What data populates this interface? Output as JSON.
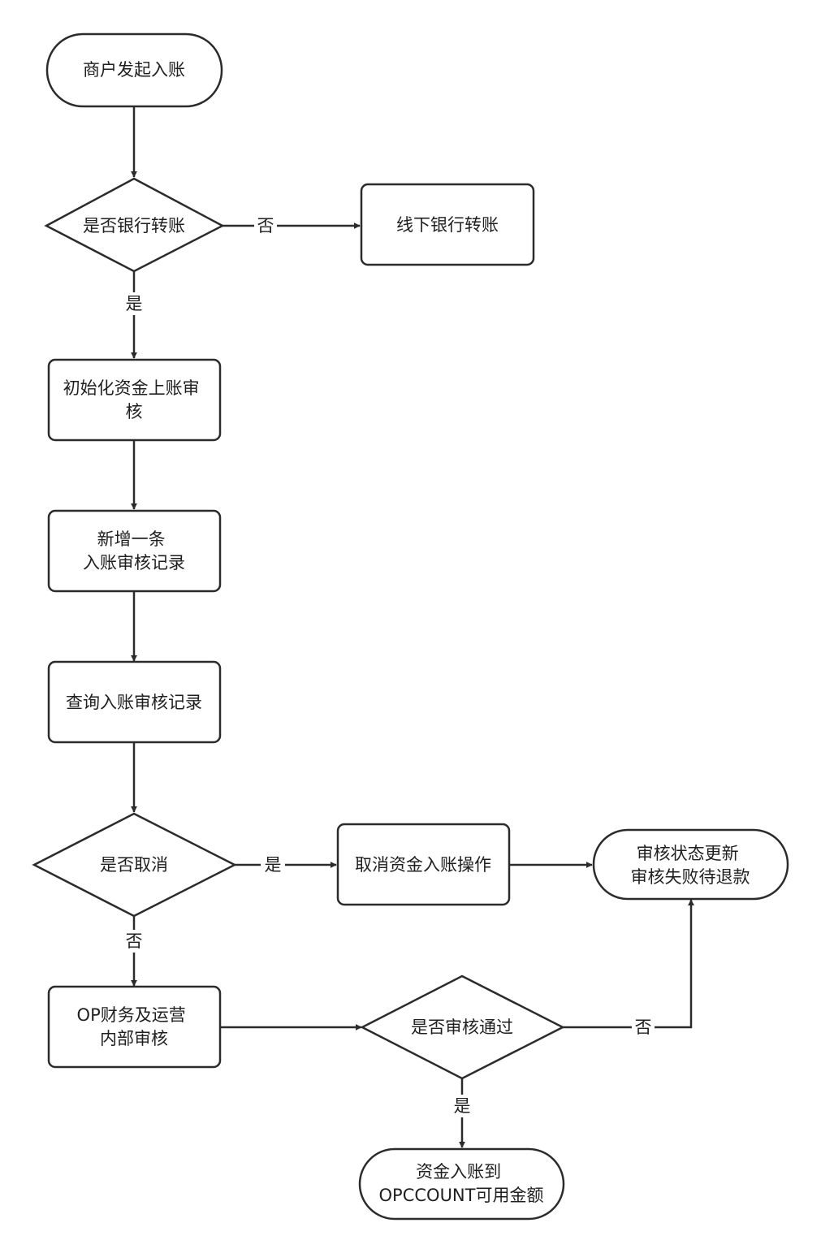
{
  "diagram": {
    "nodes": {
      "start": {
        "lines": [
          "商户发起入账"
        ]
      },
      "is_bank_transfer": {
        "lines": [
          "是否银行转账"
        ]
      },
      "offline_bank_transfer": {
        "lines": [
          "线下银行转账"
        ]
      },
      "init_audit": {
        "lines": [
          "初始化资金上账审",
          "核"
        ]
      },
      "add_record": {
        "lines": [
          "新增一条",
          "入账审核记录"
        ]
      },
      "query_record": {
        "lines": [
          "查询入账审核记录"
        ]
      },
      "is_cancel": {
        "lines": [
          "是否取消"
        ]
      },
      "cancel_op": {
        "lines": [
          "取消资金入账操作"
        ]
      },
      "status_update": {
        "lines": [
          "审核状态更新",
          "审核失败待退款"
        ]
      },
      "op_audit": {
        "lines": [
          "OP财务及运营",
          "内部审核"
        ]
      },
      "is_approved": {
        "lines": [
          "是否审核通过"
        ]
      },
      "credit_account": {
        "lines": [
          "资金入账到",
          "OPCCOUNT可用金额"
        ]
      }
    },
    "edges": {
      "bank_no": "否",
      "bank_yes": "是",
      "cancel_yes": "是",
      "cancel_no": "否",
      "approved_no": "否",
      "approved_yes": "是"
    }
  }
}
